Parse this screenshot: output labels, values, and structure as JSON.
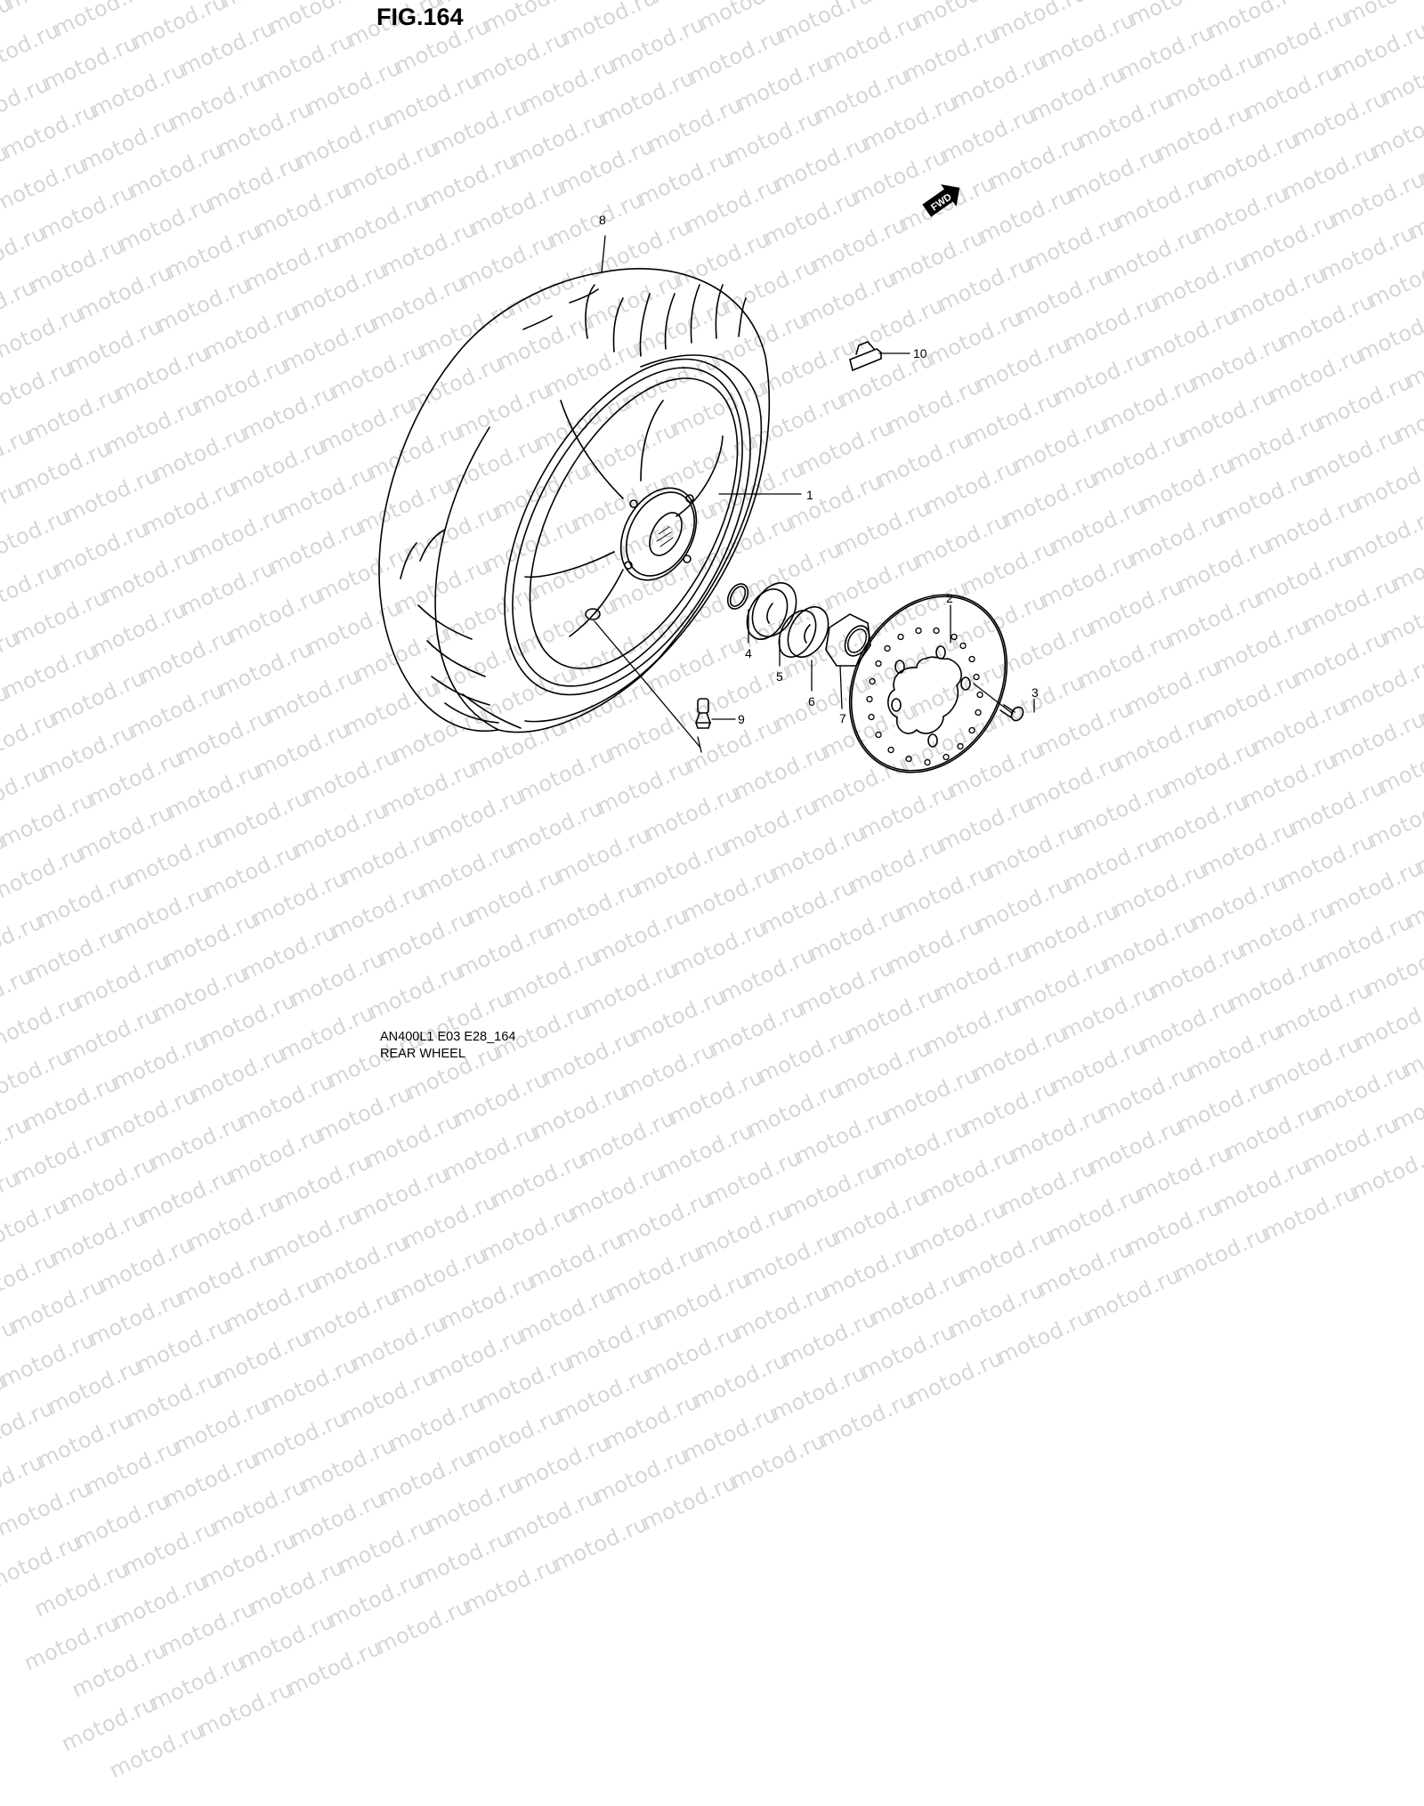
{
  "figure": {
    "title": "FIG.164",
    "code": "AN400L1 E03 E28_164",
    "name": "REAR WHEEL"
  },
  "watermark": {
    "text": "motod.ru",
    "color": "#d6d6d6"
  },
  "direction_indicator": {
    "label": "FWD",
    "icon": "forward-arrow-icon"
  },
  "parts": [
    {
      "ref": "1",
      "description": "wheel rim"
    },
    {
      "ref": "2",
      "description": "brake disc"
    },
    {
      "ref": "3",
      "description": "disc bolt"
    },
    {
      "ref": "4",
      "description": "o-ring"
    },
    {
      "ref": "5",
      "description": "spacer"
    },
    {
      "ref": "6",
      "description": "collar"
    },
    {
      "ref": "7",
      "description": "axle nut"
    },
    {
      "ref": "8",
      "description": "tire"
    },
    {
      "ref": "9",
      "description": "valve"
    },
    {
      "ref": "10",
      "description": "balancer weight"
    }
  ],
  "callouts": {
    "c1": "1",
    "c2": "2",
    "c3": "3",
    "c4": "4",
    "c5": "5",
    "c6": "6",
    "c7": "7",
    "c8": "8",
    "c9": "9",
    "c10": "10"
  }
}
